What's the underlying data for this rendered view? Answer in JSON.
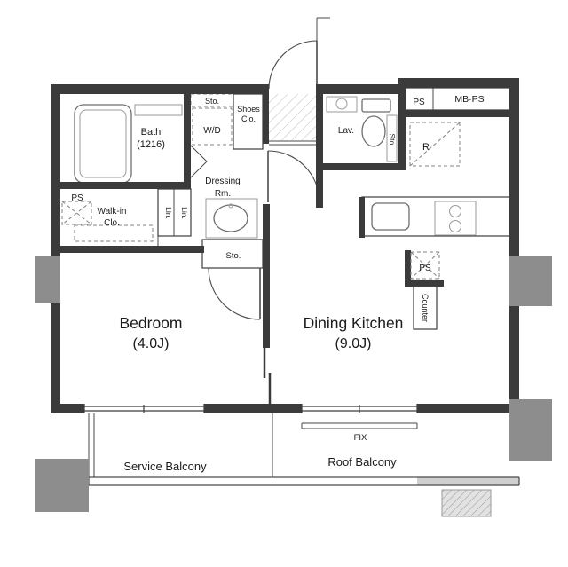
{
  "plan": {
    "bath": {
      "name": "Bath",
      "size": "(1216)"
    },
    "bedroom": {
      "name": "Bedroom",
      "size": "(4.0J)"
    },
    "dining_kitchen": {
      "name": "Dining Kitchen",
      "size": "(9.0J)"
    },
    "walk_in_closet": {
      "l1": "Walk-in",
      "l2": "Clo."
    },
    "dressing_room": {
      "l1": "Dressing",
      "l2": "Rm."
    },
    "shoes_closet": {
      "l1": "Shoes",
      "l2": "Clo."
    },
    "lavatory": "Lav.",
    "washer_dryer": "W/D",
    "storage_entry": "Sto.",
    "storage_lavatory": "Sto.",
    "storage_bedroom": "Sto.",
    "linen_1": "Lin.",
    "linen_2": "Lin.",
    "pipe_space_left": "PS",
    "pipe_space_top": "PS",
    "pipe_space_kitchen": "PS",
    "meter_box_pipe_space": "MB·PS",
    "refrigerator": "R",
    "kitchen_counter": "Counter",
    "fixed_window": "FIX",
    "service_balcony": "Service Balcony",
    "roof_balcony": "Roof Balcony"
  },
  "colors": {
    "bg": "#ffffff",
    "wall": "#3b3b3b",
    "column": "#8d8d8d",
    "line": "#4a4a4a",
    "thin": "#828282",
    "text": "#1a1a1a"
  }
}
